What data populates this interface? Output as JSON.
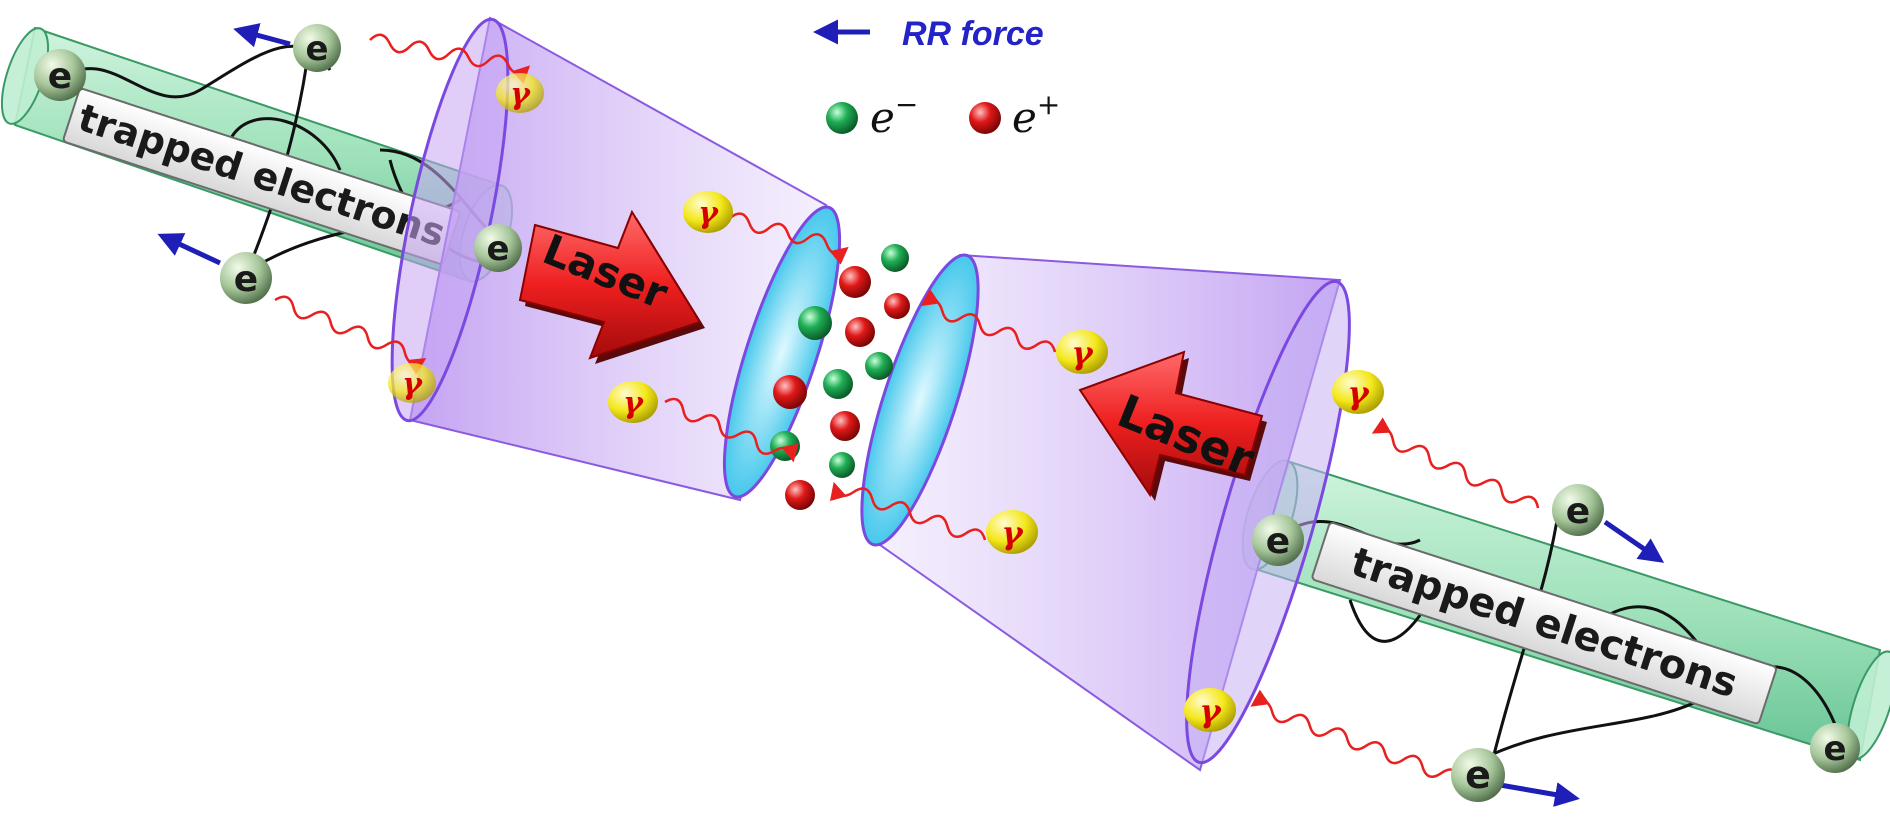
{
  "legend": {
    "rr_force_label": "RR force",
    "electron_symbol": "e",
    "electron_sup": "−",
    "positron_symbol": "e",
    "positron_sup": "+"
  },
  "beams": {
    "left_label": "trapped electrons",
    "right_label": "trapped electrons"
  },
  "lasers": {
    "left_label": "Laser",
    "right_label": "Laser"
  },
  "particles": {
    "electron_label": "e",
    "photon_label": "γ"
  },
  "colors": {
    "electron_green": "#1fae55",
    "positron_red": "#e01818",
    "rr_arrow_blue": "#1f1fb8",
    "laser_red": "#ee1f1f",
    "cone_purple": "#b48cf0",
    "beam_green": "#7ed9a6",
    "photon_yellow": "#f4e81a"
  }
}
